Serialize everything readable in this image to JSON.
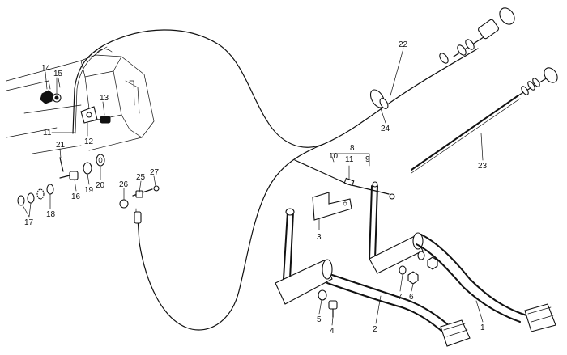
{
  "diagram": {
    "callouts": [
      {
        "id": "c14",
        "text": "14"
      },
      {
        "id": "c15",
        "text": "15"
      },
      {
        "id": "c13",
        "text": "13"
      },
      {
        "id": "c11a",
        "text": "11"
      },
      {
        "id": "c12",
        "text": "12"
      },
      {
        "id": "c21",
        "text": "21"
      },
      {
        "id": "c22",
        "text": "22"
      },
      {
        "id": "c24",
        "text": "24"
      },
      {
        "id": "c23",
        "text": "23"
      },
      {
        "id": "c8",
        "text": "8"
      },
      {
        "id": "c10",
        "text": "10"
      },
      {
        "id": "c11b",
        "text": "11"
      },
      {
        "id": "c9",
        "text": "9"
      },
      {
        "id": "c25",
        "text": "25"
      },
      {
        "id": "c27",
        "text": "27"
      },
      {
        "id": "c26",
        "text": "26"
      },
      {
        "id": "c20",
        "text": "20"
      },
      {
        "id": "c19",
        "text": "19"
      },
      {
        "id": "c16",
        "text": "16"
      },
      {
        "id": "c18",
        "text": "18"
      },
      {
        "id": "c17",
        "text": "17"
      },
      {
        "id": "c3",
        "text": "3"
      },
      {
        "id": "c7",
        "text": "7"
      },
      {
        "id": "c6",
        "text": "6"
      },
      {
        "id": "c5",
        "text": "5"
      },
      {
        "id": "c4",
        "text": "4"
      },
      {
        "id": "c2",
        "text": "2"
      },
      {
        "id": "c1",
        "text": "1"
      }
    ]
  }
}
